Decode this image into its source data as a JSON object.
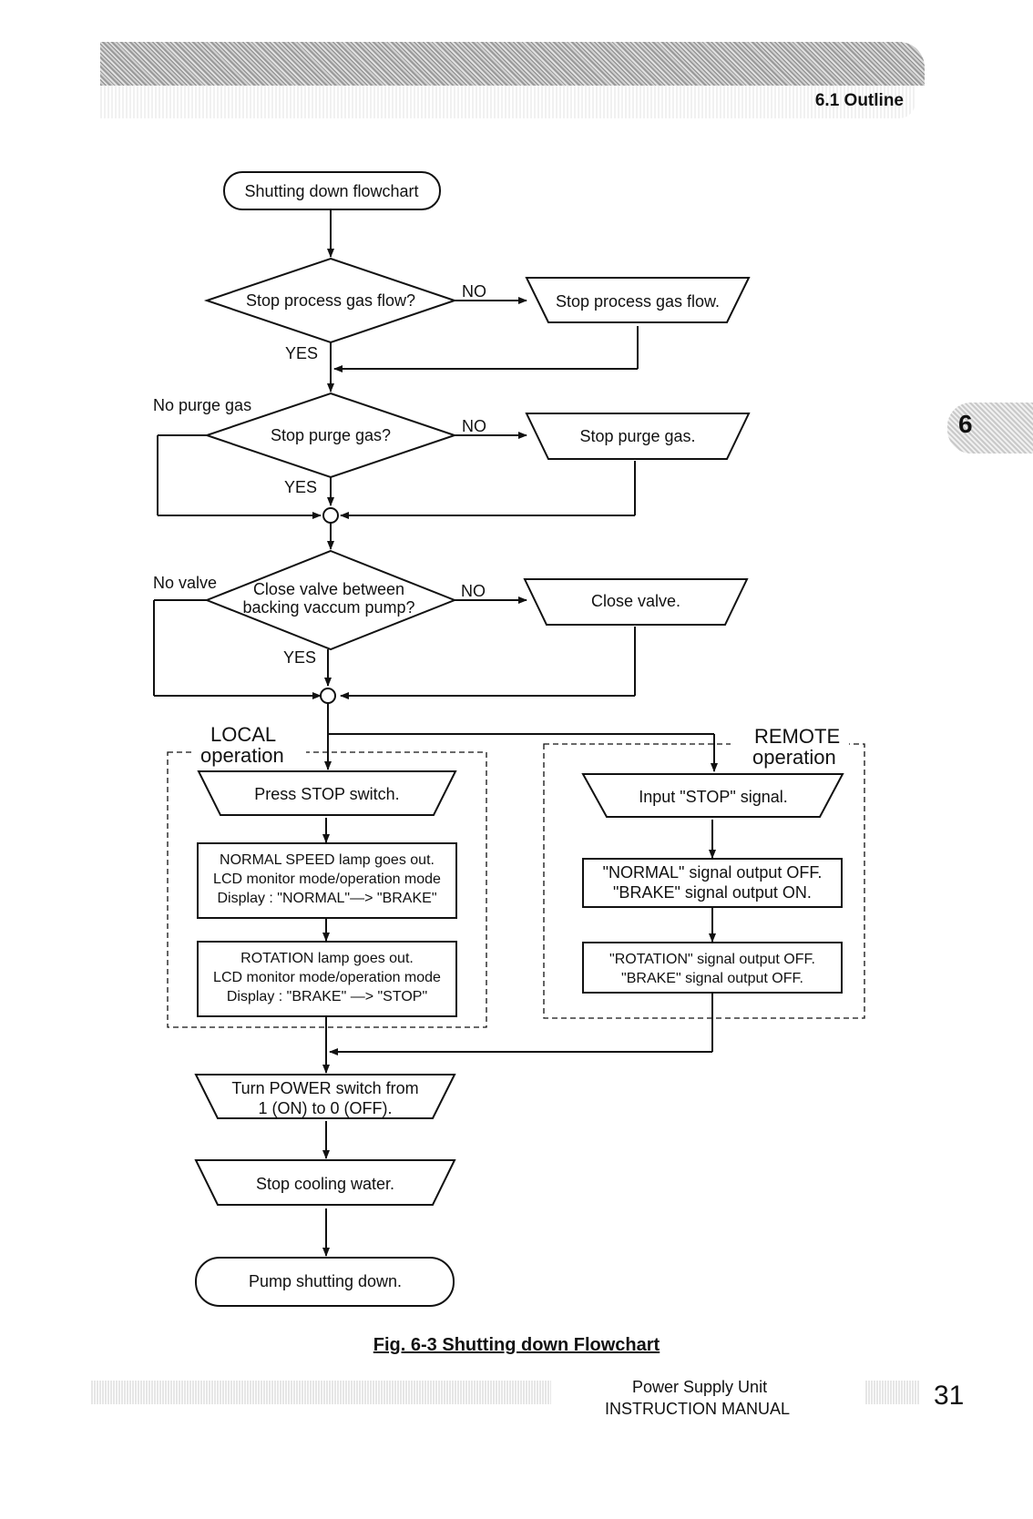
{
  "header": {
    "section_title": "6.1  Outline",
    "chapter_number": "6"
  },
  "flowchart": {
    "start": "Shutting down flowchart",
    "decision_gas_flow": "Stop process gas flow?",
    "action_gas_flow": "Stop process gas flow.",
    "decision_purge": "Stop purge gas?",
    "action_purge": "Stop purge gas.",
    "decision_valve_line1": "Close valve between",
    "decision_valve_line2": "backing vaccum pump?",
    "action_valve": "Close valve.",
    "label_no": "NO",
    "label_yes": "YES",
    "label_no_purge_gas": "No purge gas",
    "label_no_valve": "No valve",
    "local_line1": "LOCAL",
    "local_line2": "operation",
    "remote_line1": "REMOTE",
    "remote_line2": "operation",
    "local_press_stop": "Press STOP switch.",
    "local_box1_line1": "NORMAL SPEED lamp goes out.",
    "local_box1_line2": "LCD monitor mode/operation mode",
    "local_box1_line3": "Display : \"NORMAL\"—> \"BRAKE\"",
    "local_box2_line1": "ROTATION lamp goes out.",
    "local_box2_line2": "LCD monitor mode/operation mode",
    "local_box2_line3": "Display : \"BRAKE\" —> \"STOP\"",
    "remote_input_stop": "Input \"STOP\" signal.",
    "remote_box1_line1": "\"NORMAL\" signal output OFF.",
    "remote_box1_line2": "\"BRAKE\" signal output ON.",
    "remote_box2_line1": "\"ROTATION\" signal output OFF.",
    "remote_box2_line2": "\"BRAKE\" signal output OFF.",
    "power_line1": "Turn POWER switch from",
    "power_line2": "1 (ON) to 0 (OFF).",
    "cooling": "Stop cooling water.",
    "end": "Pump shutting down."
  },
  "caption": "Fig. 6-3   Shutting down Flowchart",
  "footer": {
    "line1": "Power Supply Unit",
    "line2": "INSTRUCTION MANUAL",
    "page_number": "31"
  }
}
